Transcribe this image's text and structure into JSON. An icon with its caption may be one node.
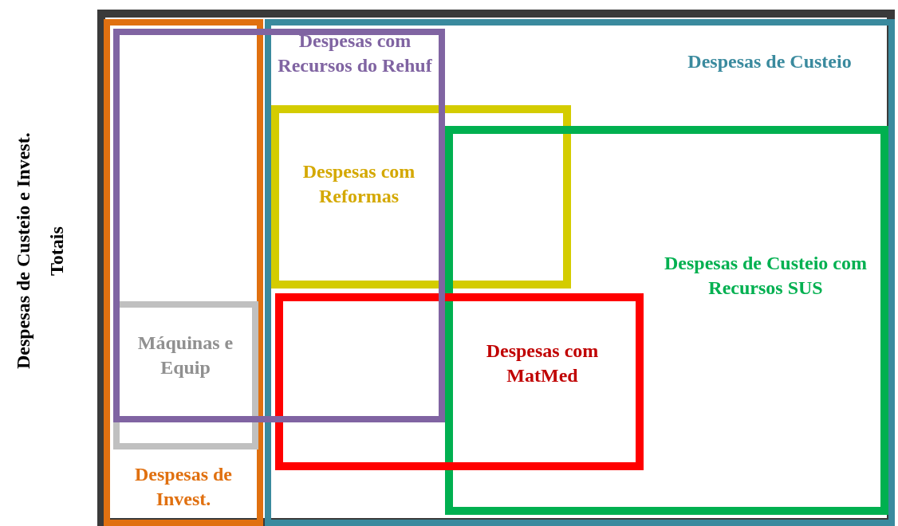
{
  "diagram": {
    "nodes": [
      {
        "text": [
          "Despesas de Custeio e Invest. Totais"
        ]
      },
      {
        "text": [
          "Despesas de Invest."
        ],
        "in": 0
      },
      {
        "text": [
          "Despesas de Custeio"
        ],
        "in": 0
      },
      {
        "text": [
          "Despesas com Recursos do Rehuf"
        ],
        "in": 0
      },
      {
        "text": [
          "Despesas com Reformas"
        ],
        "in": 2
      },
      {
        "text": [
          "Despesas de Custeio com Recursos SUS"
        ],
        "in": 2
      },
      {
        "text": [
          "Despesas com MatMed"
        ],
        "in": 2
      },
      {
        "text": [
          "Máquinas e Equip"
        ],
        "in": 1
      }
    ]
  }
}
